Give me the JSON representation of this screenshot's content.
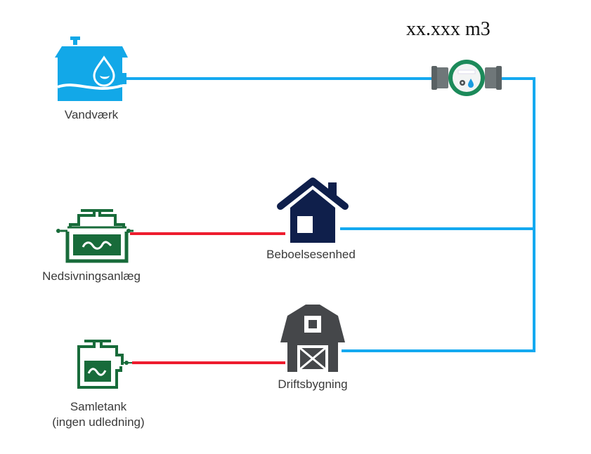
{
  "meter": {
    "reading": "xx.xxx m3",
    "icon": "water-meter-icon"
  },
  "nodes": {
    "waterworks": {
      "label": "Vandværk",
      "icon": "waterworks-icon"
    },
    "residence": {
      "label": "Beboelsesenhed",
      "icon": "house-icon"
    },
    "farm_building": {
      "label": "Driftsbygning",
      "icon": "barn-icon"
    },
    "seepage_system": {
      "label": "Nedsivningsanlæg",
      "icon": "septic-tank-icon"
    },
    "holding_tank": {
      "label": "Samletank",
      "sublabel": "(ingen udledning)",
      "icon": "holding-tank-icon"
    }
  },
  "connections": [
    {
      "from": "waterworks",
      "to": "meter",
      "type": "water-supply"
    },
    {
      "from": "meter",
      "to": "residence",
      "type": "water-supply"
    },
    {
      "from": "meter",
      "to": "farm_building",
      "type": "water-supply"
    },
    {
      "from": "residence",
      "to": "seepage_system",
      "type": "wastewater"
    },
    {
      "from": "farm_building",
      "to": "holding_tank",
      "type": "wastewater"
    }
  ],
  "colors": {
    "water_supply": "#14a9f0",
    "wastewater": "#ee1c2e",
    "waterworks": "#12a8e8",
    "house": "#0f1f4b",
    "barn": "#45474a",
    "tank": "#186b3a",
    "meter_ring": "#1c8a5a",
    "meter_body": "#6f7779"
  }
}
